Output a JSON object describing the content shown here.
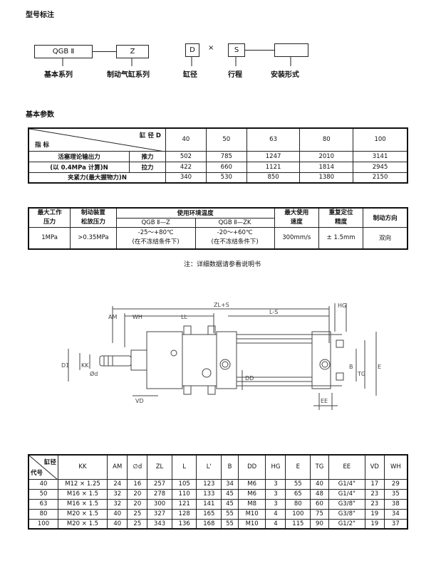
{
  "model": {
    "heading": "型号标注",
    "series": "QGB Ⅱ",
    "z": "Z",
    "d": "D",
    "x": "×",
    "s": "S",
    "install": "",
    "labels": [
      "基本系列",
      "制动气缸系列",
      "缸径",
      "行程",
      "安装形式"
    ]
  },
  "params": {
    "heading": "基本参数",
    "corner_top": "缸 径 D",
    "corner_bottom": "指  标",
    "bores": [
      "40",
      "50",
      "63",
      "80",
      "100"
    ],
    "row1_label": "活塞理论输出力",
    "row1_sub": "推力",
    "row1_values": [
      "502",
      "785",
      "1247",
      "2010",
      "3141"
    ],
    "row2_label": "(以 0.4MPa 计算)N",
    "row2_sub": "拉力",
    "row2_values": [
      "422",
      "660",
      "1121",
      "1814",
      "2945"
    ],
    "row3_label": "夹紧力(最大握物力)N",
    "row3_values": [
      "340",
      "530",
      "850",
      "1380",
      "2150"
    ]
  },
  "spec": {
    "h_pressure": [
      "最大工作",
      "压力"
    ],
    "h_brake": [
      "制动装置",
      "松放压力"
    ],
    "h_temp": "使用环境温度",
    "h_temp_z": "QGB Ⅱ—Z",
    "h_temp_zk": "QGB Ⅱ—ZK",
    "h_speed": [
      "最大使用",
      "速度"
    ],
    "h_repeat": [
      "重复定位",
      "精度"
    ],
    "h_direction": "制动方向",
    "pressure": "1MPa",
    "brake": ">0.35MPa",
    "temp_z": [
      "-25～+80℃",
      "(在不冻结条件下)"
    ],
    "temp_zk": [
      "-20～+60℃",
      "(在不冻结条件下)"
    ],
    "speed": "300mm/s",
    "repeat": "± 1.5mm",
    "direction": "双向",
    "note": "注：详细数据请参看说明书"
  },
  "drawing": {
    "labels": [
      "ZL+S",
      "L-S",
      "WH",
      "AM",
      "LL",
      "HG",
      "DD",
      "B",
      "E",
      "TG",
      "EE",
      "VD",
      "KK",
      "Ød",
      "D1"
    ]
  },
  "dims": {
    "corner_top": "缸径",
    "corner_bottom": "代号",
    "headers": [
      "KK",
      "AM",
      "∅d",
      "ZL",
      "L",
      "L'",
      "B",
      "DD",
      "HG",
      "E",
      "TG",
      "EE",
      "VD",
      "WH"
    ],
    "rows": [
      [
        "40",
        "M12 × 1.25",
        "24",
        "16",
        "257",
        "105",
        "123",
        "34",
        "M6",
        "3",
        "55",
        "40",
        "G1/4\"",
        "17",
        "29"
      ],
      [
        "50",
        "M16 × 1.5",
        "32",
        "20",
        "278",
        "110",
        "133",
        "45",
        "M6",
        "3",
        "65",
        "48",
        "G1/4\"",
        "23",
        "35"
      ],
      [
        "63",
        "M16 × 1.5",
        "32",
        "20",
        "300",
        "121",
        "141",
        "45",
        "M8",
        "3",
        "80",
        "60",
        "G3/8\"",
        "23",
        "38"
      ],
      [
        "80",
        "M20 × 1.5",
        "40",
        "25",
        "327",
        "128",
        "165",
        "55",
        "M10",
        "4",
        "100",
        "75",
        "G3/8\"",
        "19",
        "34"
      ],
      [
        "100",
        "M20 × 1.5",
        "40",
        "25",
        "343",
        "136",
        "168",
        "55",
        "M10",
        "4",
        "115",
        "90",
        "G1/2\"",
        "19",
        "37"
      ]
    ]
  }
}
